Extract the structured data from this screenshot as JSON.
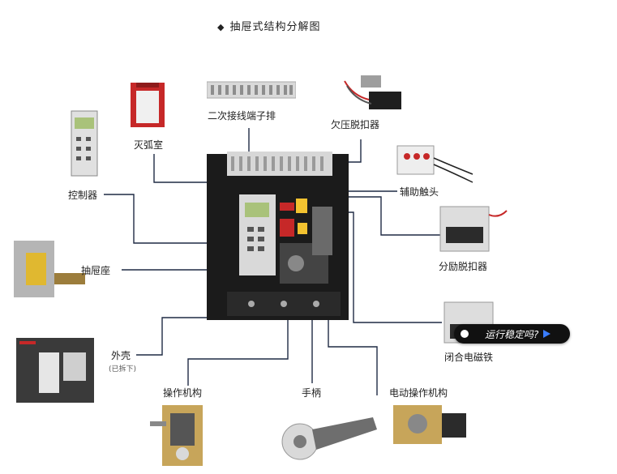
{
  "title": "抽屉式结构分解图",
  "title_bullet": "◆",
  "labels": {
    "secondary_terminal": "二次接线端子排",
    "arc_chamber": "灭弧室",
    "undervoltage_release": "欠压脱扣器",
    "controller": "控制器",
    "aux_contact": "辅助触头",
    "shunt_release": "分励脱扣器",
    "drawer_base": "抽屉座",
    "closing_magnet": "闭合电磁铁",
    "shell": "外壳",
    "shell_note": "(已拆下)",
    "operating_mechanism": "操作机构",
    "handle": "手柄",
    "motor_mechanism": "电动操作机构"
  },
  "overlay": {
    "text": "运行稳定吗?"
  }
}
